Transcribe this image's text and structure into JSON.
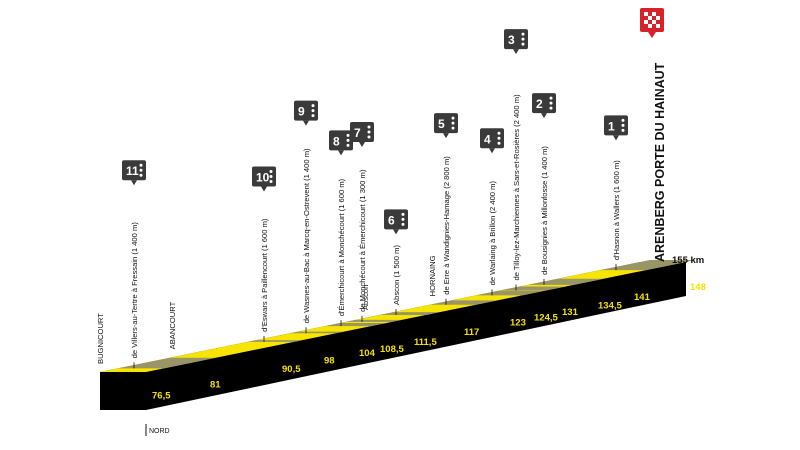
{
  "profile": {
    "region_label": "NORD",
    "finish_label": "ARENBERG PORTE DU HAINAUT",
    "total_distance": "155 km",
    "colors": {
      "road_top": "#f7e500",
      "road_side": "#000000",
      "cobbles": "#9a9566",
      "badge": "#3a3a3a",
      "finish_flag": "#d7222a"
    },
    "towns": [
      {
        "name": "BUGNICOURT",
        "km_value": 0
      },
      {
        "name": "ABANCOURT",
        "km_value": 81
      },
      {
        "name": "Abscon",
        "km_value": 108.5
      },
      {
        "name": "HORNAING",
        "km_value": 117
      }
    ],
    "sectors": [
      {
        "number": "11",
        "label": "de Villers-au-Tertre à Fressain (1 400 m)",
        "km_start": "76,5",
        "km_end": "81",
        "start_value": 76.5,
        "end_value": 81
      },
      {
        "number": "10",
        "label": "d'Eswars à Paillencourt (1 600 m)",
        "km_start": "90,5",
        "start_value": 90.5,
        "end_value": 92
      },
      {
        "number": "9",
        "label": "de Wasnes-au-Bac à Marcq-en-Ostrevent (1 400 m)",
        "km_start": "98",
        "start_value": 98,
        "end_value": 99.4
      },
      {
        "number": "8",
        "label": "d'Émerchicourt à Monchécourt (1 600 m)",
        "km_start": "104",
        "start_value": 104,
        "end_value": 105.6
      },
      {
        "number": "7",
        "label": "de Monchécourt à Émerchicourt (1 300 m)",
        "km_start": "108,5",
        "start_value": 106.2,
        "end_value": 107.5
      },
      {
        "number": "6",
        "label": "Abscon (1 500 m)",
        "km_start": "111,5",
        "start_value": 111.5,
        "end_value": 113
      },
      {
        "number": "5",
        "label": "de Erre à Wandignies-Hamage (2 800 m)",
        "km_start": "117",
        "start_value": 117,
        "end_value": 119.8
      },
      {
        "number": "4",
        "label": "de Warlaing à Brillon (2 400 m)",
        "km_start": "123",
        "start_value": 123,
        "end_value": 125.4
      },
      {
        "number": "3",
        "label": "de Tilloy-lez-Marchiennes à Sars-et-Rosières (2 400 m)",
        "km_start": "124,5",
        "start_value": 125.6,
        "end_value": 128
      },
      {
        "number": "2",
        "label": "de Bousignies à Millonfosse (1 400 m)",
        "km_start": "131",
        "km_end": "134,5",
        "start_value": 131,
        "end_value": 134.5
      },
      {
        "number": "1",
        "label": "d'Hasnon à Wallers (1 600 m)",
        "km_start": "141",
        "km_end": "148",
        "start_value": 141,
        "end_value": 148
      }
    ]
  }
}
